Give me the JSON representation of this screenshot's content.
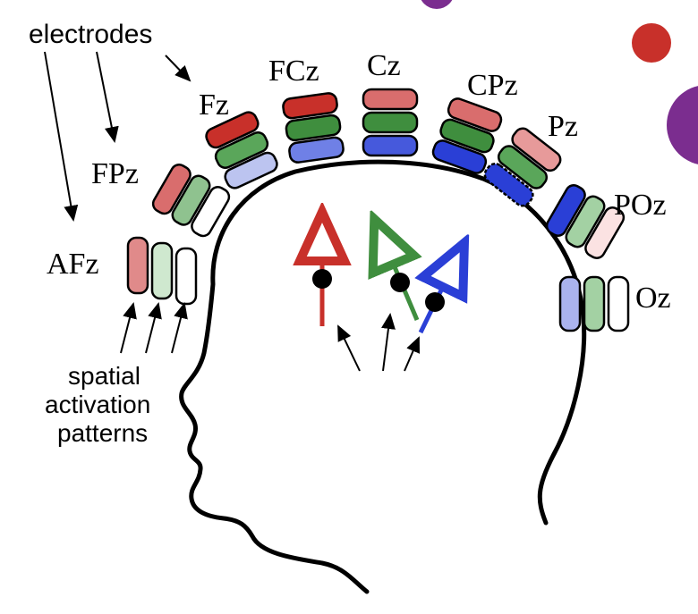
{
  "labels": {
    "electrodes": "electrodes",
    "sap_line1": "spatial",
    "sap_line2": "activation",
    "sap_line3": "patterns"
  },
  "electrodes": [
    {
      "name": "AFz"
    },
    {
      "name": "FPz"
    },
    {
      "name": "Fz"
    },
    {
      "name": "FCz"
    },
    {
      "name": "Cz"
    },
    {
      "name": "CPz"
    },
    {
      "name": "Pz"
    },
    {
      "name": "POz"
    },
    {
      "name": "Oz"
    }
  ],
  "colors": {
    "red": "#c8302a",
    "green": "#3f8e3e",
    "blue": "#2a3fd6",
    "purple": "#7b2d8f",
    "outline": "#000000"
  },
  "sources": [
    {
      "color": "red"
    },
    {
      "color": "green"
    },
    {
      "color": "blue"
    }
  ]
}
